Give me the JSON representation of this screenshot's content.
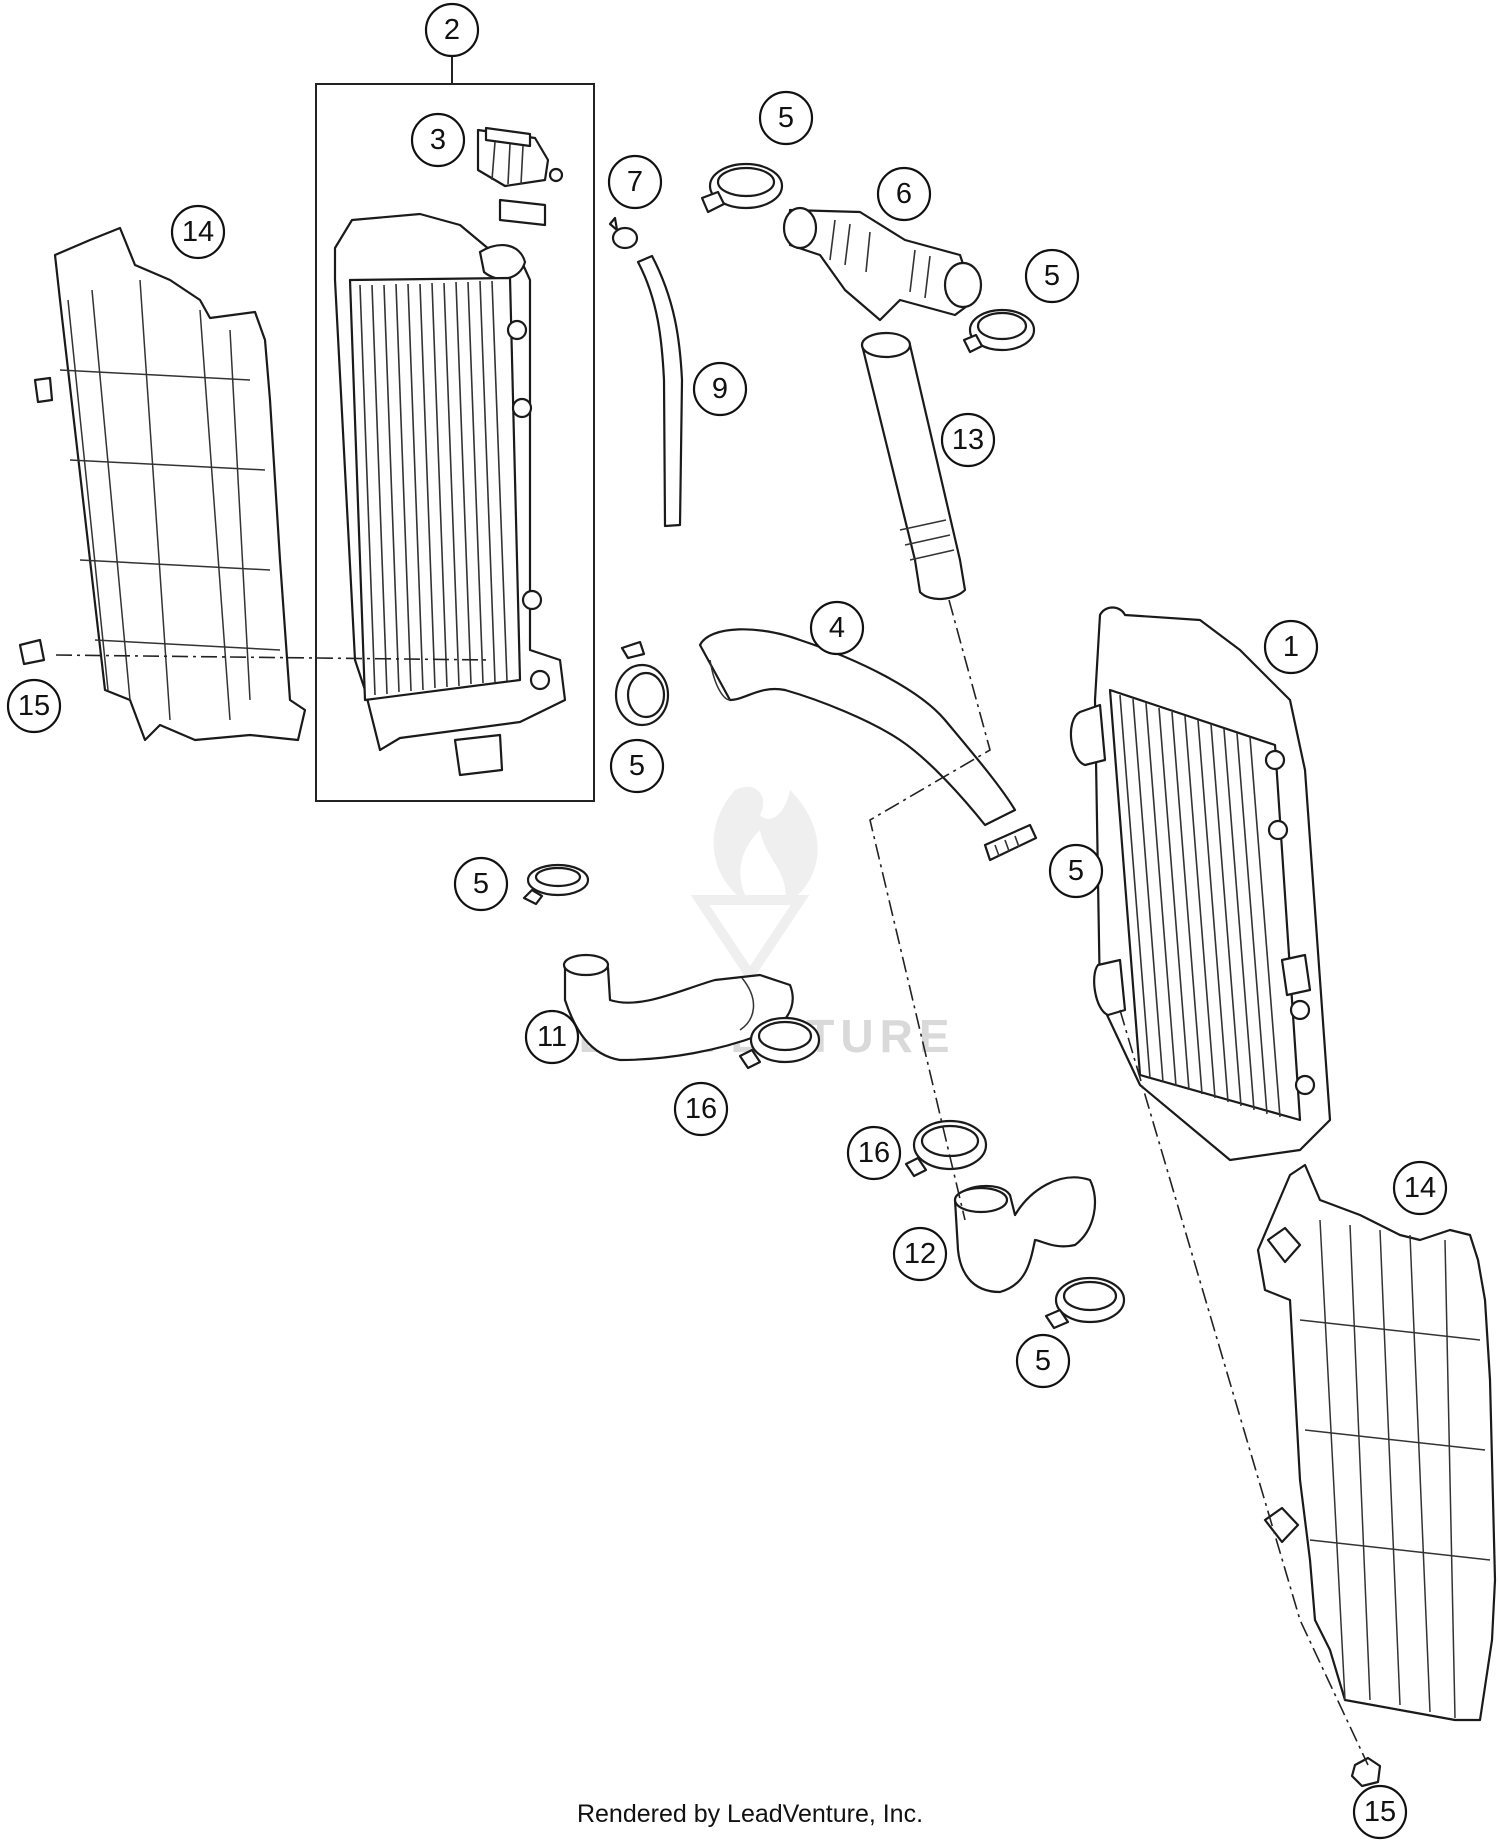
{
  "diagram": {
    "callouts": [
      {
        "id": "c2",
        "label": "2"
      },
      {
        "id": "c3",
        "label": "3"
      },
      {
        "id": "c14a",
        "label": "14"
      },
      {
        "id": "c15a",
        "label": "15"
      },
      {
        "id": "c5a",
        "label": "5"
      },
      {
        "id": "c7",
        "label": "7"
      },
      {
        "id": "c6",
        "label": "6"
      },
      {
        "id": "c5b",
        "label": "5"
      },
      {
        "id": "c9",
        "label": "9"
      },
      {
        "id": "c13",
        "label": "13"
      },
      {
        "id": "c4",
        "label": "4"
      },
      {
        "id": "c1",
        "label": "1"
      },
      {
        "id": "c5c",
        "label": "5"
      },
      {
        "id": "c5d",
        "label": "5"
      },
      {
        "id": "c5e",
        "label": "5"
      },
      {
        "id": "c11",
        "label": "11"
      },
      {
        "id": "c16a",
        "label": "16"
      },
      {
        "id": "c16b",
        "label": "16"
      },
      {
        "id": "c12",
        "label": "12"
      },
      {
        "id": "c14b",
        "label": "14"
      },
      {
        "id": "c5f",
        "label": "5"
      },
      {
        "id": "c15b",
        "label": "15"
      }
    ],
    "watermark": "LEADVENTURE",
    "credit": "Rendered by LeadVenture, Inc."
  }
}
